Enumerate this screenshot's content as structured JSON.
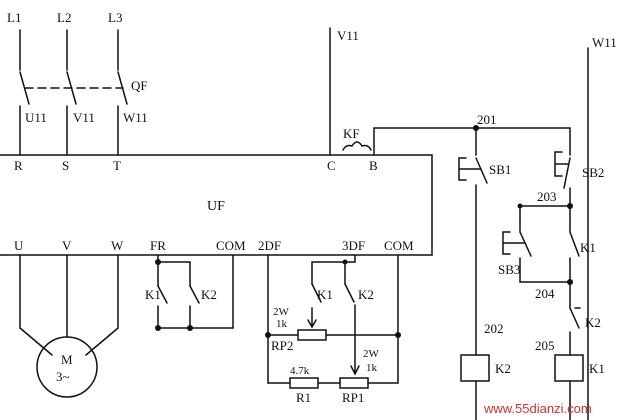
{
  "diagram": {
    "supply": {
      "l1": "L1",
      "l2": "L2",
      "l3": "L3",
      "breaker": "QF"
    },
    "wires": {
      "u11": "U11",
      "v11_left": "V11",
      "w11_left": "W11",
      "v11_top": "V11",
      "w11_top": "W11"
    },
    "inverter": {
      "name": "UF",
      "inputs": {
        "r": "R",
        "s": "S",
        "t": "T"
      },
      "fault_relay": {
        "c": "C",
        "b": "B",
        "kf": "KF"
      },
      "outputs": {
        "u": "U",
        "v": "V",
        "w": "W"
      },
      "control": {
        "fr": "FR",
        "com1": "COM",
        "df2": "2DF",
        "df3": "3DF",
        "com2": "COM"
      }
    },
    "motor": {
      "name": "M",
      "phase": "3~"
    },
    "relay_contacts": {
      "k1_a": "K1",
      "k2_a": "K2",
      "k1_b": "K1",
      "k2_b": "K2"
    },
    "potentiometers": {
      "rp2": {
        "label": "RP2",
        "power": "2W",
        "value": "1k"
      },
      "rp1": {
        "label": "RP1",
        "power": "2W",
        "value": "1k"
      },
      "r1": {
        "label": "R1",
        "value": "4.7k"
      }
    },
    "control_circuit": {
      "node_201": "201",
      "sb1": "SB1",
      "sb2": "SB2",
      "node_203": "203",
      "sb3": "SB3",
      "k1_hold": "K1",
      "node_204": "204",
      "node_202": "202",
      "k2_series": "K2",
      "node_205": "205",
      "coil_k2": "K2",
      "coil_k1": "K1"
    },
    "watermark": "www.55dianzi.com"
  },
  "colors": {
    "line": "#111111",
    "watermark": "#cc3333"
  }
}
